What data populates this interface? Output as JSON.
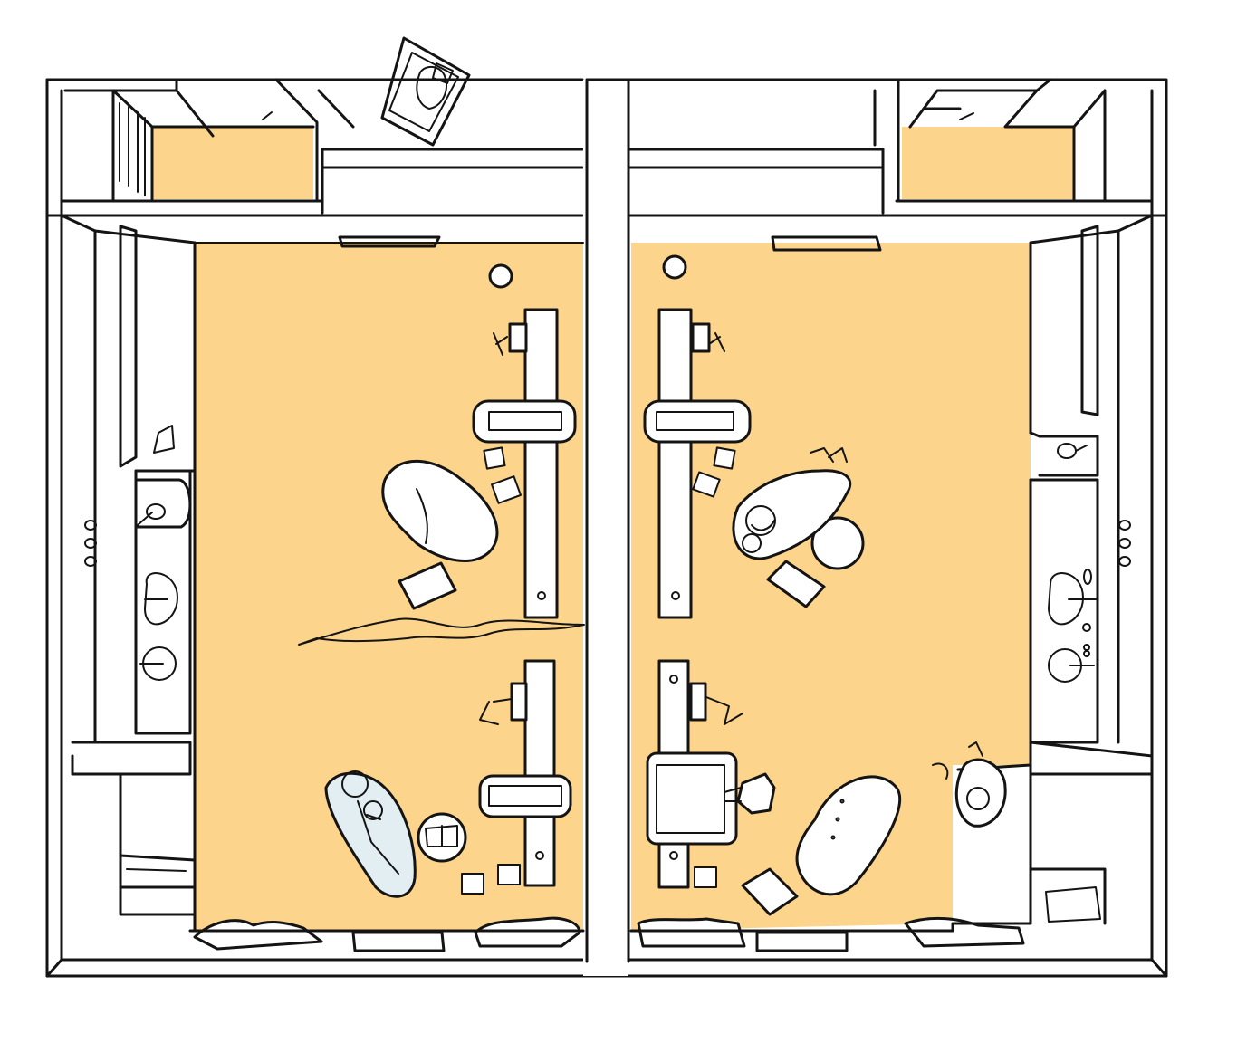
{
  "colors": {
    "floor": "#fcd48c",
    "ink": "#141414",
    "paper": "#ffffff",
    "figure_tint": "#e2eef2"
  },
  "icons": {
    "stove_knobs": "triple-circle-knobs",
    "sink": "oval-basin",
    "person": "top-down-figure",
    "stool": "round-stool",
    "crack": "floor-divider-crack"
  }
}
